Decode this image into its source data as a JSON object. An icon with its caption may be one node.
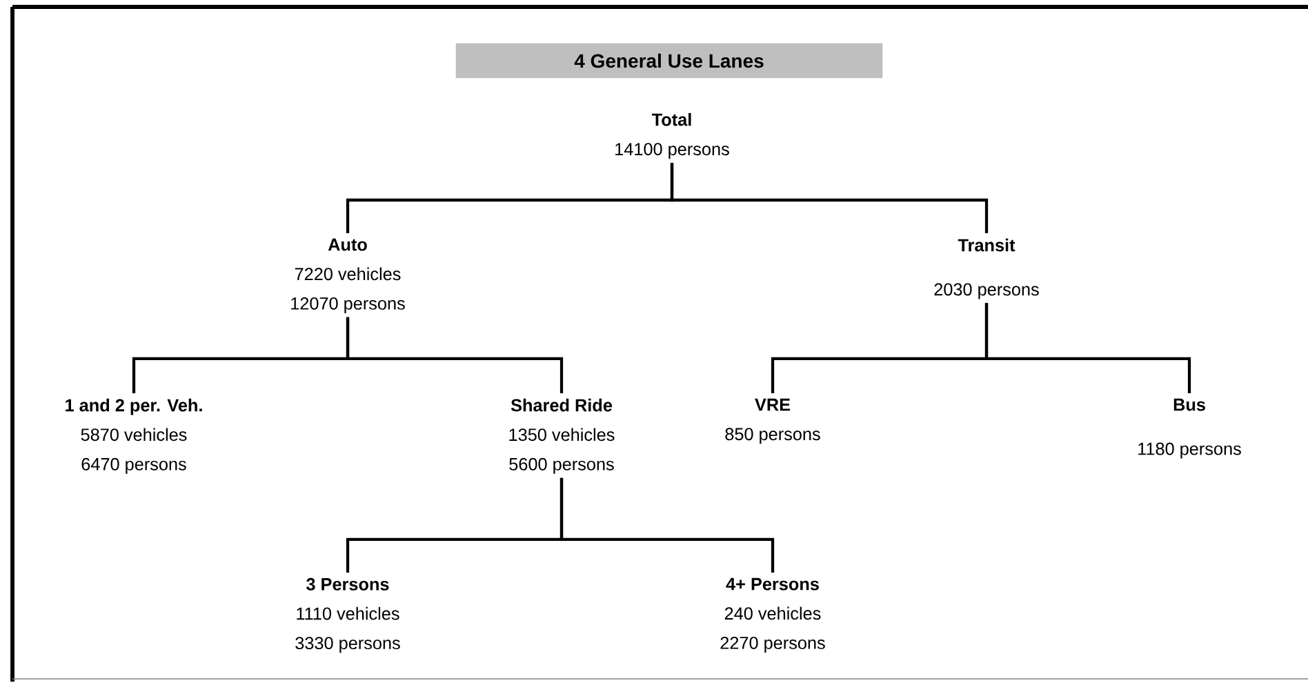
{
  "diagram": {
    "title": "4 General Use Lanes",
    "nodes": [
      {
        "text": [
          "Total",
          "14100 persons"
        ]
      },
      {
        "text": [
          "Auto",
          "7220 vehicles",
          "12070 persons"
        ]
      },
      {
        "text": [
          "Transit",
          "2030 persons"
        ]
      },
      {
        "text": [
          "1 and 2 per. Veh.",
          "5870 vehicles",
          "6470 persons"
        ]
      },
      {
        "text": [
          "Shared Ride",
          "1350 vehicles",
          "5600 persons"
        ]
      },
      {
        "text": [
          "VRE",
          "850 persons"
        ]
      },
      {
        "text": [
          "Bus",
          "1180 persons"
        ]
      },
      {
        "text": [
          "3 Persons",
          "1110 vehicles",
          "3330 persons"
        ]
      },
      {
        "text": [
          "4+ Persons",
          "240 vehicles",
          "2270 persons"
        ]
      }
    ],
    "edges": [
      {
        "from": 0,
        "to": 1,
        "arrow": "none"
      },
      {
        "from": 0,
        "to": 2,
        "arrow": "none"
      },
      {
        "from": 1,
        "to": 3,
        "arrow": "none"
      },
      {
        "from": 1,
        "to": 4,
        "arrow": "none"
      },
      {
        "from": 2,
        "to": 5,
        "arrow": "none"
      },
      {
        "from": 2,
        "to": 6,
        "arrow": "none"
      },
      {
        "from": 4,
        "to": 7,
        "arrow": "none"
      },
      {
        "from": 4,
        "to": 8,
        "arrow": "none"
      }
    ]
  }
}
